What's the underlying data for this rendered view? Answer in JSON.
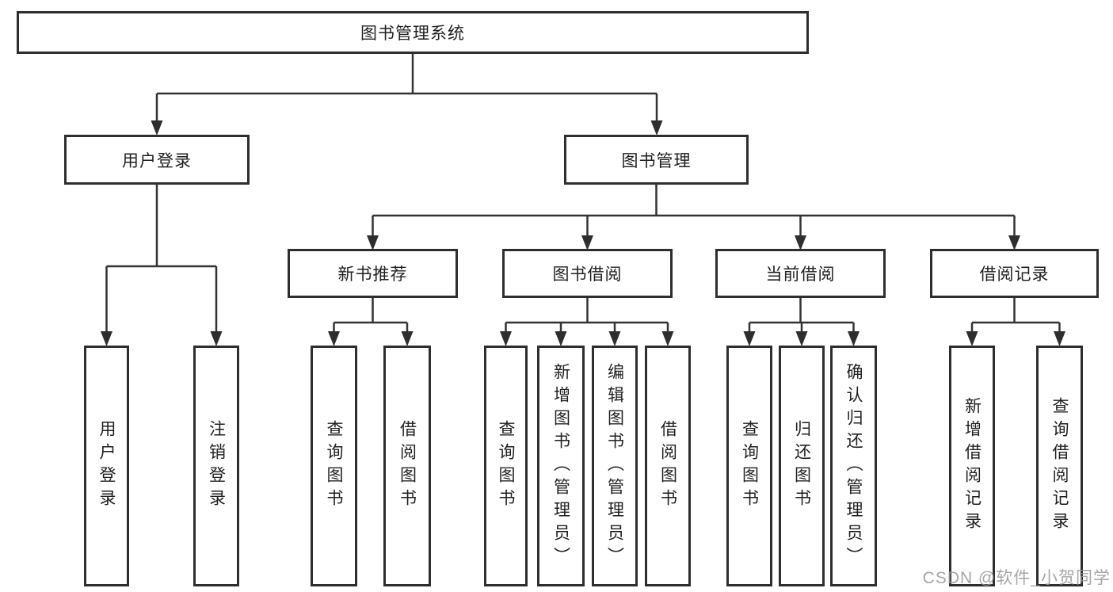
{
  "diagram": {
    "title": "图书管理系统",
    "watermark": "CSDN @软件_小贺同学",
    "colors": {
      "background": "#ffffff",
      "box_border": "#2e2e2e",
      "line": "#333333",
      "text": "#1f1f1f",
      "watermark": "#969696"
    },
    "level2": [
      {
        "label": "用户登录",
        "leaves": [
          "用户登录",
          "注销登录"
        ]
      },
      {
        "label": "图书管理",
        "groups": [
          {
            "label": "新书推荐",
            "leaves": [
              "查询图书",
              "借阅图书"
            ]
          },
          {
            "label": "图书借阅",
            "leaves": [
              "查询图书",
              "新增图书（管理员）",
              "编辑图书（管理员）",
              "借阅图书"
            ]
          },
          {
            "label": "当前借阅",
            "leaves": [
              "查询图书",
              "归还图书",
              "确认归还（管理员）"
            ]
          },
          {
            "label": "借阅记录",
            "leaves": [
              "新增借阅记录",
              "查询借阅记录"
            ]
          }
        ]
      }
    ]
  }
}
